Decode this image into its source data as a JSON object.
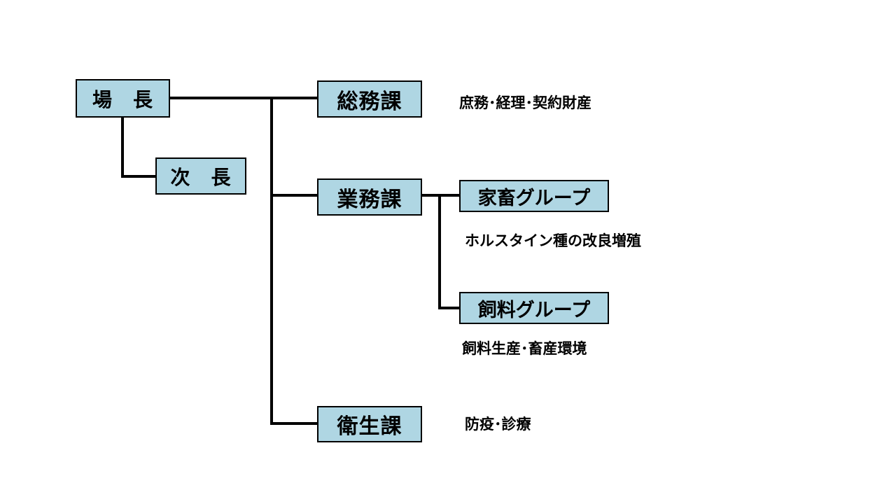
{
  "diagram": {
    "type": "org-chart",
    "nodes": {
      "director": {
        "label": "場　長"
      },
      "deputy_director": {
        "label": "次　長"
      },
      "general_affairs_section": {
        "label": "総務課",
        "note": "庶務･経理･契約財産"
      },
      "operations_section": {
        "label": "業務課"
      },
      "livestock_group": {
        "label": "家畜グループ",
        "note": "ホルスタイン種の改良増殖"
      },
      "feed_group": {
        "label": "飼料グループ",
        "note": "飼料生産･畜産環境"
      },
      "hygiene_section": {
        "label": "衛生課",
        "note": "防疫･診療"
      }
    },
    "colors": {
      "box_fill": "#afd6e3",
      "box_border": "#000000",
      "connector": "#000000",
      "background": "#ffffff"
    }
  }
}
